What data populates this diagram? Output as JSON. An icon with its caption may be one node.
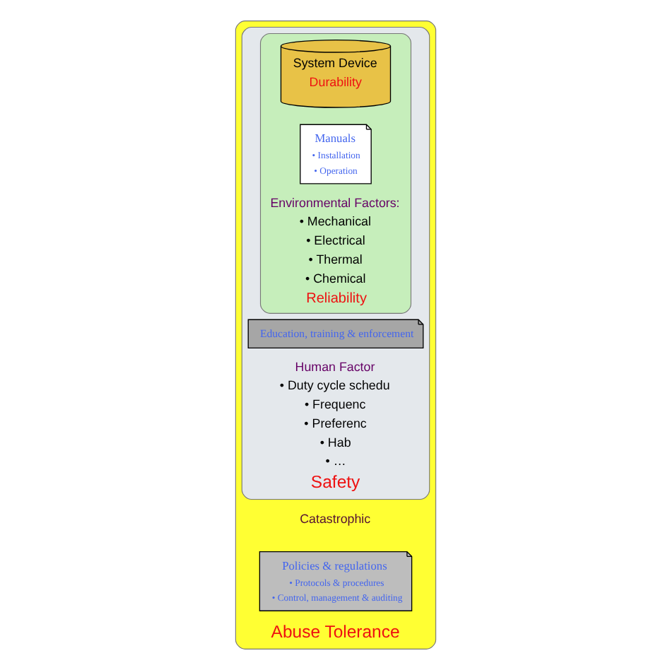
{
  "diagram": {
    "nodes": [
      {
        "text": [
          "Abuse Tolerance"
        ]
      },
      {
        "text": [
          "Human Factor",
          "• Duty cycle schedu",
          "• Frequenc",
          "• Preferenc",
          "• Hab",
          "• …",
          "Safety"
        ],
        "in": 0
      },
      {
        "text": [
          "Education, training & enforcement"
        ],
        "in": 1
      },
      {
        "text": [
          "Environmental Factors:",
          "• Mechanical",
          "• Electrical",
          "• Thermal",
          "• Chemical",
          "Reliability"
        ],
        "in": 1
      },
      {
        "text": [
          "Policies & regulations",
          "• Protocols & procedures",
          "• Control, management & auditing"
        ],
        "in": 0
      },
      {
        "text": [
          "System Device",
          "Durability"
        ],
        "in": 3
      },
      {
        "text": [
          "Manuals",
          "• Installation",
          "• Operation"
        ],
        "in": 3
      }
    ],
    "labels": [
      "Catastrophic"
    ]
  }
}
